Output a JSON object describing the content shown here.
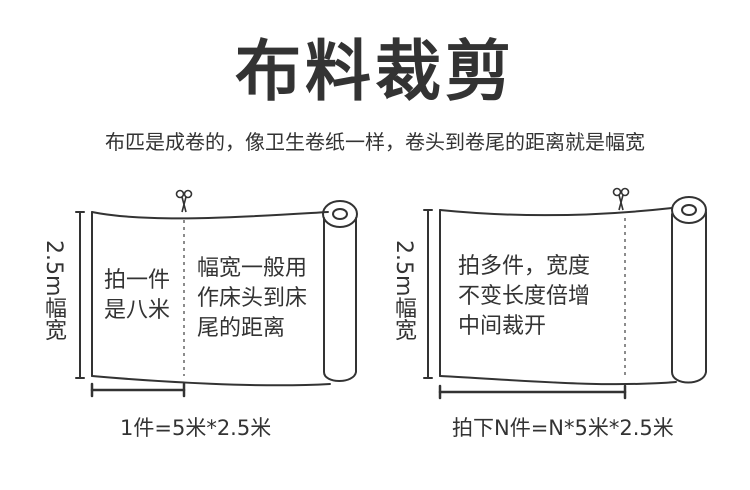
{
  "title": "布料裁剪",
  "subtitle": "布匹是成卷的，像卫生卷纸一样，卷头到卷尾的距离就是幅宽",
  "left_panel": {
    "width_label": "2.5m幅宽",
    "cut_piece_lines": [
      "拍一件",
      "是八米"
    ],
    "width_desc_lines": [
      "幅宽一般用",
      "作床头到床",
      "尾的距离"
    ],
    "caption": "1件=5米*2.5米"
  },
  "right_panel": {
    "width_label": "2.5m幅宽",
    "desc_lines": [
      "拍多件，宽度",
      "不变长度倍增",
      "中间裁开"
    ],
    "caption": "拍下N件=N*5米*2.5米"
  },
  "colors": {
    "line": "#333333",
    "dash": "#666666"
  },
  "icons": [
    "scissors-icon"
  ]
}
